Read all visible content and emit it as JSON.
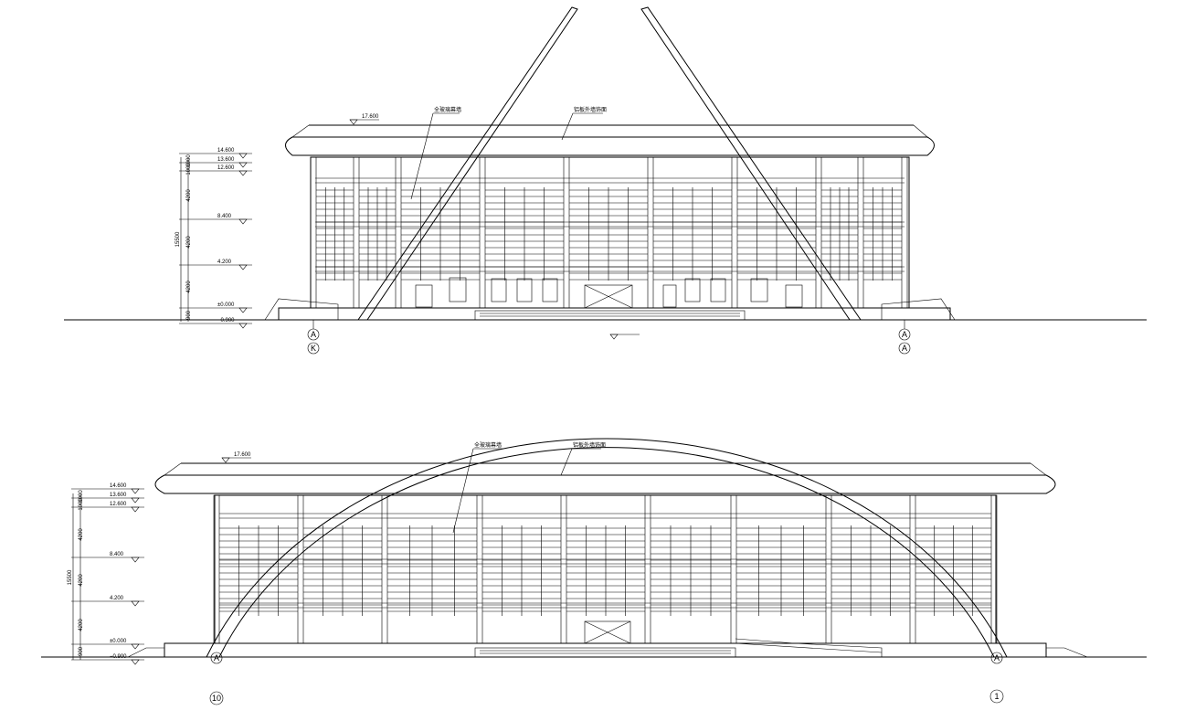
{
  "top_elevation": {
    "roof_level": "17.600",
    "levels": [
      "14.600",
      "13.600",
      "12.600",
      "8.400",
      "4.200",
      "±0.000",
      "−0.900"
    ],
    "dims": [
      "1000",
      "1000",
      "4200",
      "4200",
      "4200",
      "900"
    ],
    "total_dim": "15500",
    "note_left": "全玻璃幕墙",
    "note_right": "铝板外墙饰面",
    "axes": [
      "A",
      "K",
      "A",
      "A"
    ]
  },
  "bottom_elevation": {
    "roof_level": "17.600",
    "levels": [
      "14.600",
      "13.600",
      "12.600",
      "8.400",
      "4.200",
      "±0.000",
      "−0.900"
    ],
    "dims": [
      "1000",
      "1000",
      "4200",
      "4200",
      "4200",
      "900"
    ],
    "total_dim": "15500",
    "note_left": "全玻璃幕墙",
    "note_right": "铝板外墙饰面",
    "axes": [
      "A",
      "A",
      "10",
      "1"
    ]
  }
}
